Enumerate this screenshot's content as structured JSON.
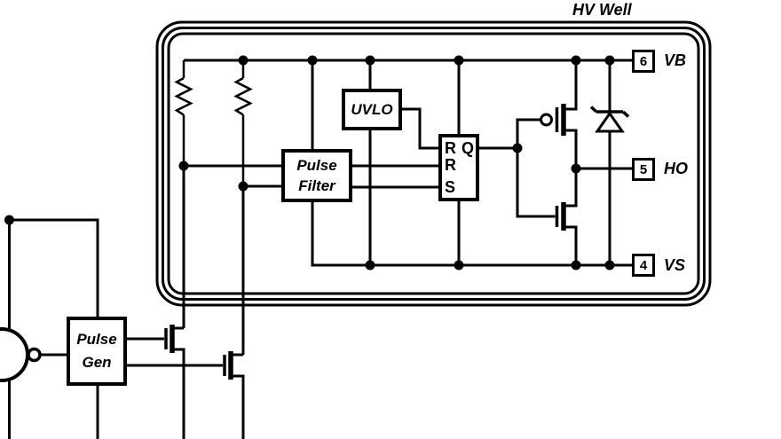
{
  "title": "HV Well",
  "blocks": {
    "uvlo": "UVLO",
    "pulse_filter": [
      "Pulse",
      "Filter"
    ],
    "pulse_gen": [
      "Pulse",
      "Gen"
    ],
    "rs_latch": {
      "inputs": [
        "R",
        "R",
        "S"
      ],
      "output": "Q"
    }
  },
  "pins": [
    {
      "number": "6",
      "name": "VB"
    },
    {
      "number": "5",
      "name": "HO"
    },
    {
      "number": "4",
      "name": "VS"
    }
  ],
  "symbols": [
    "resistor",
    "nmos-transistor",
    "pmos-transistor",
    "zener-diode",
    "nand-gate",
    "junction-dot"
  ],
  "colors": {
    "ink": "#000000",
    "background": "#ffffff"
  }
}
